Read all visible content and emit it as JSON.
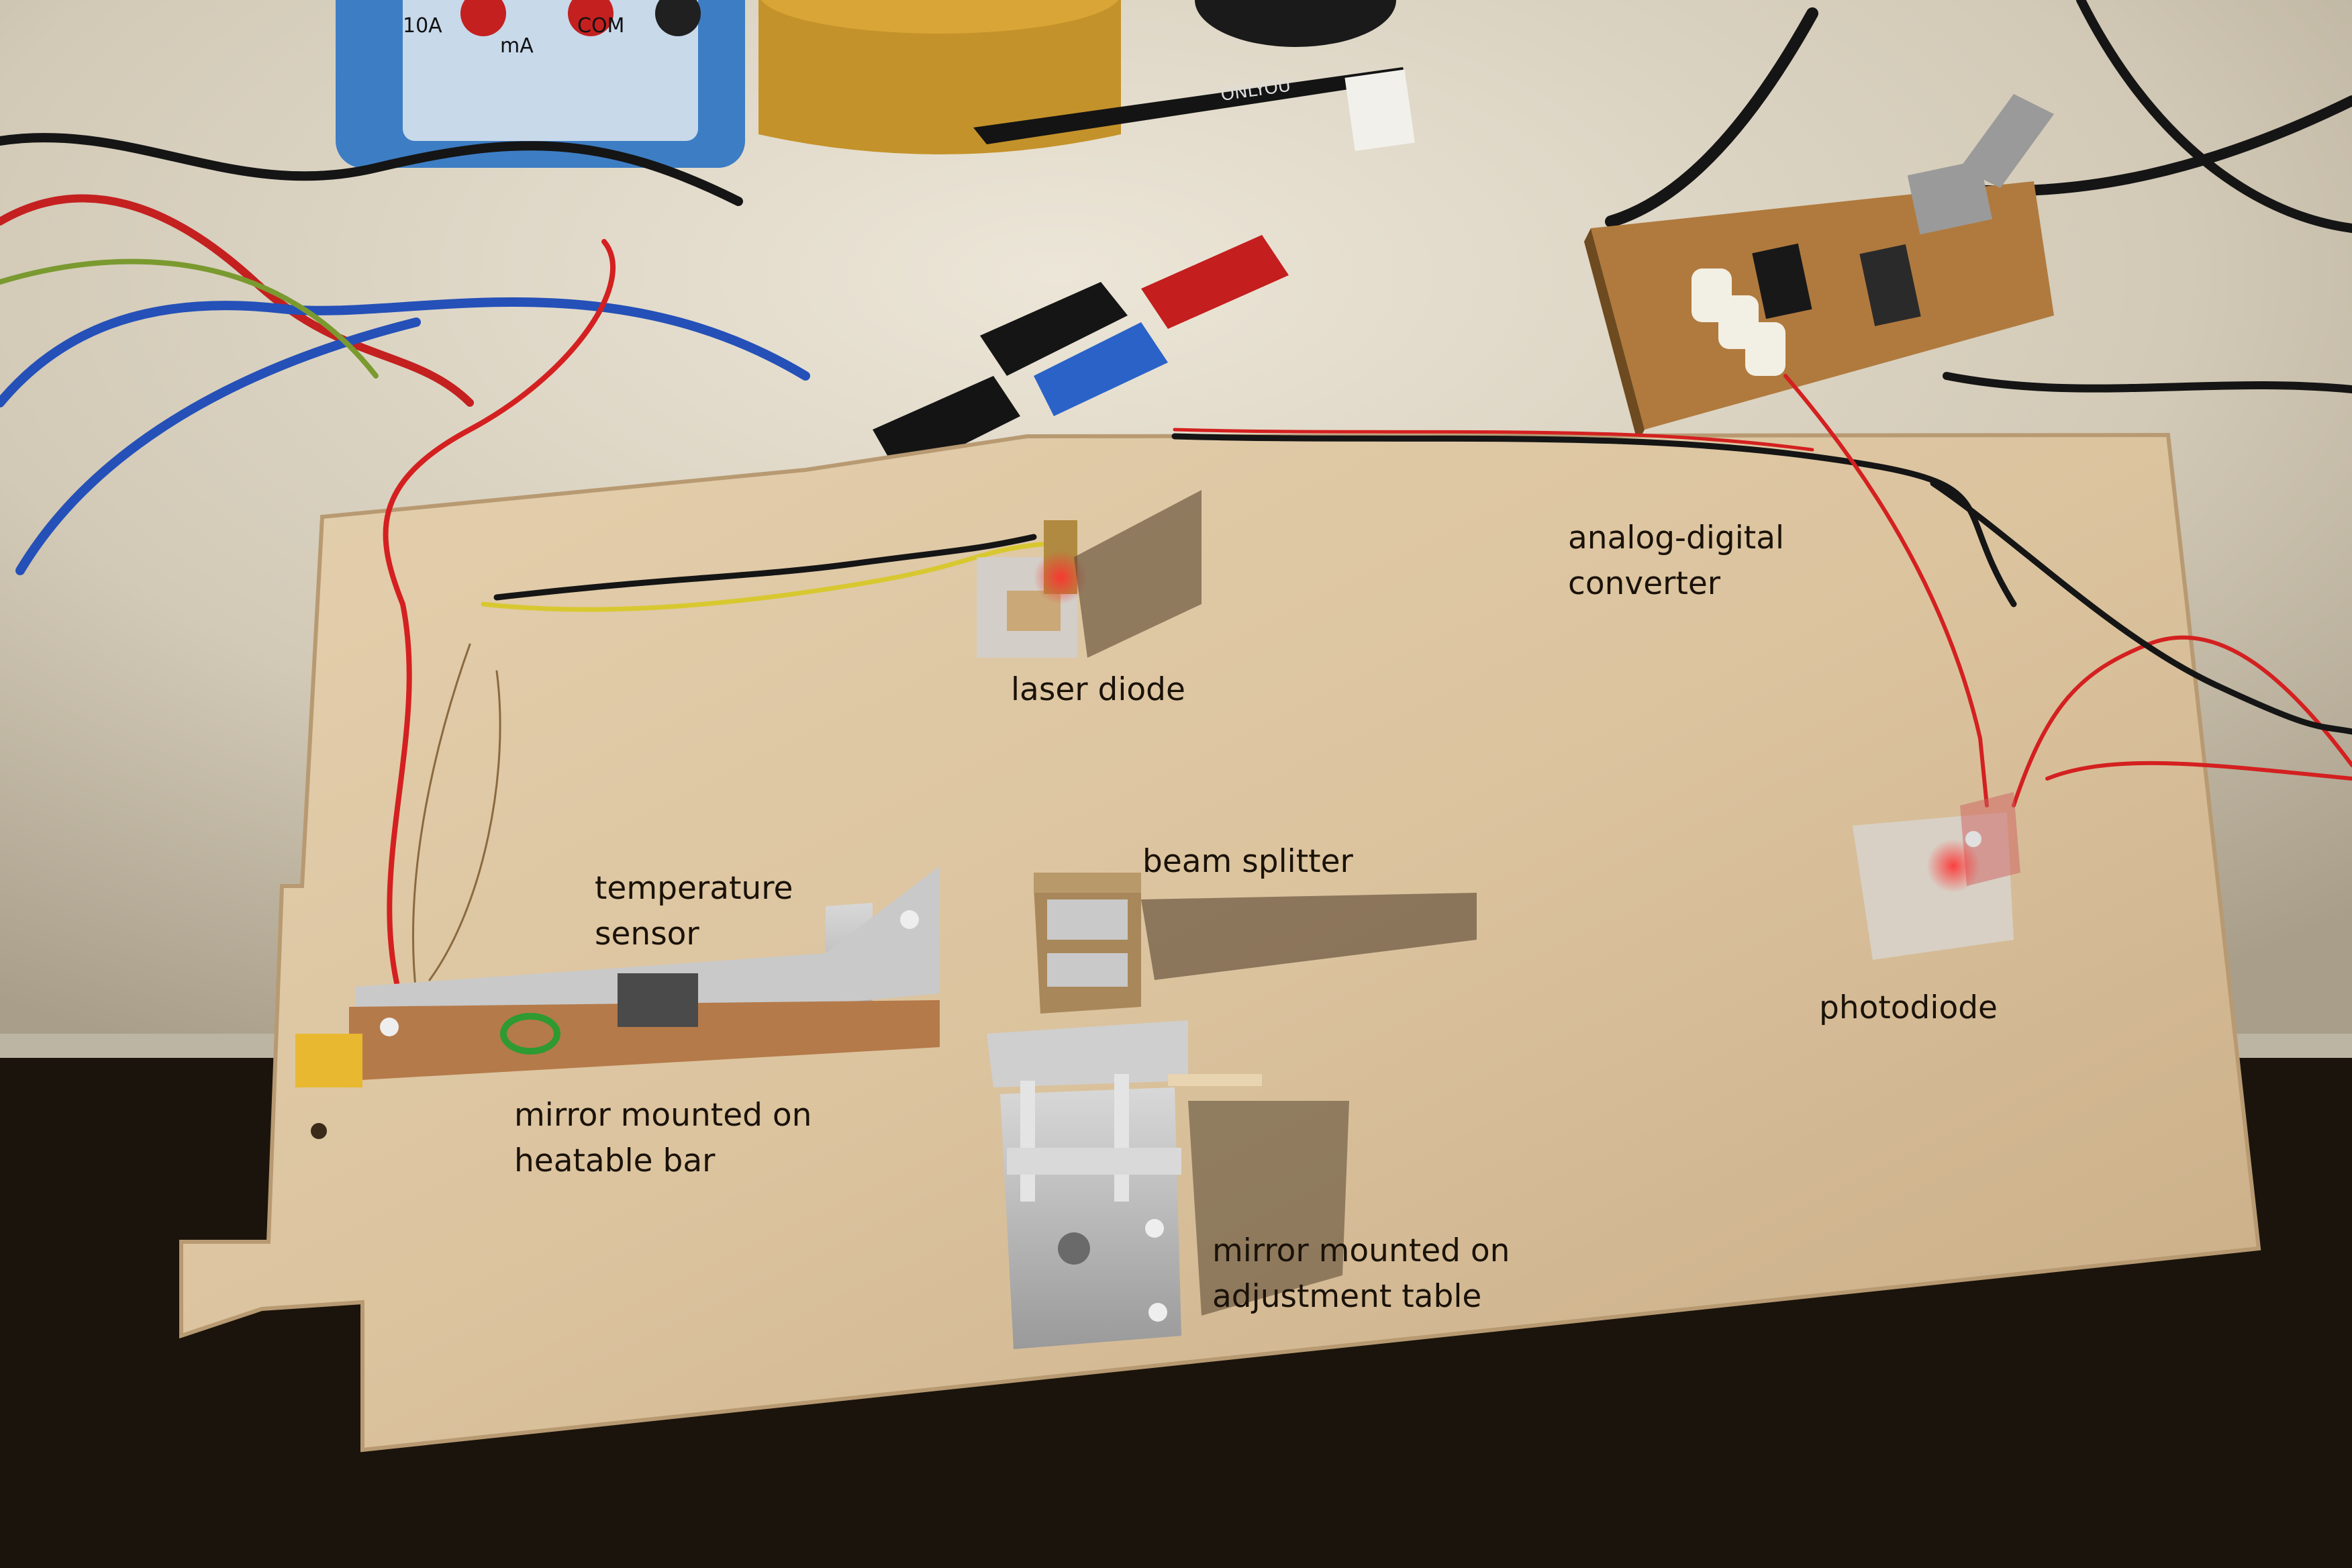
{
  "colors": {
    "desk": "#d9d1bf",
    "desk_shadow": "#1b140c",
    "board": "#dcc3a0",
    "board_edge": "#b89a72",
    "aluminium": "#bfbfbf",
    "red_wire": "#d42020",
    "blue_wire": "#2450b8",
    "black_wire": "#151515",
    "pcb": "#b07a3e"
  },
  "equipment_text": {
    "multimeter_10a": "10A",
    "multimeter_ma": "mA",
    "multimeter_com": "COM",
    "tweezers_brand": "ONLYOU"
  },
  "labels": {
    "laser_diode": "laser diode",
    "adc_line1": "analog-digital",
    "adc_line2": "converter",
    "beam_splitter": "beam splitter",
    "temp_line1": "temperature",
    "temp_line2": "sensor",
    "photodiode": "photodiode",
    "mirror_bar_line1": "mirror mounted on",
    "mirror_bar_line2": "heatable bar",
    "mirror_table_line1": "mirror mounted on",
    "mirror_table_line2": "adjustment table"
  }
}
